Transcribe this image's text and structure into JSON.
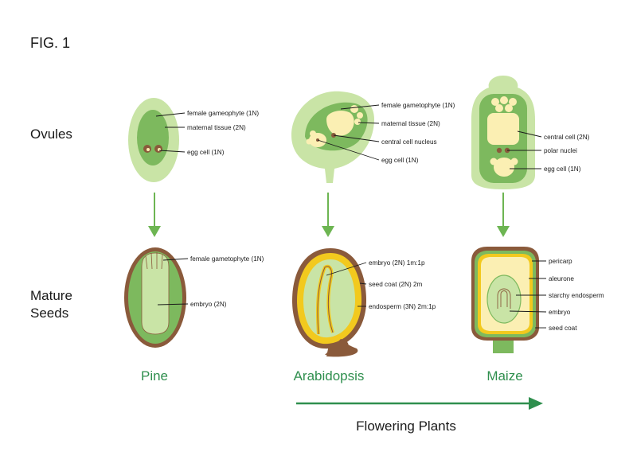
{
  "figure_title": "FIG. 1",
  "rows": {
    "ovules": "Ovules",
    "mature_seeds_line1": "Mature",
    "mature_seeds_line2": "Seeds"
  },
  "species": {
    "pine": "Pine",
    "arabidopsis": "Arabidopsis",
    "maize": "Maize"
  },
  "flowering_plants": "Flowering Plants",
  "labels": {
    "pine_ovule": [
      "female gameophyte (1N)",
      "maternal tissue (2N)",
      "egg cell (1N)"
    ],
    "pine_seed": [
      "female gametophyte (1N)",
      "embryo (2N)"
    ],
    "arabidopsis_ovule": [
      "female gametophyte (1N)",
      "maternal tissue (2N)",
      "central cell nucleus",
      "egg cell (1N)"
    ],
    "arabidopsis_seed": [
      "embryo (2N) 1m:1p",
      "seed coat (2N) 2m",
      "endosperm (3N) 2m:1p"
    ],
    "maize_ovule": [
      "central cell (2N)",
      "polar nuclei",
      "egg cell (1N)"
    ],
    "maize_seed": [
      "pericarp",
      "aleurone",
      "starchy endosperm",
      "embryo",
      "seed coat"
    ]
  },
  "colors": {
    "light_green": "#c9e4a6",
    "mid_green": "#7db95e",
    "dark_green": "#2f8f4e",
    "arrow_green": "#6db552",
    "cream": "#fbefb3",
    "yellow": "#f2c91e",
    "brown": "#8a5a3b"
  }
}
